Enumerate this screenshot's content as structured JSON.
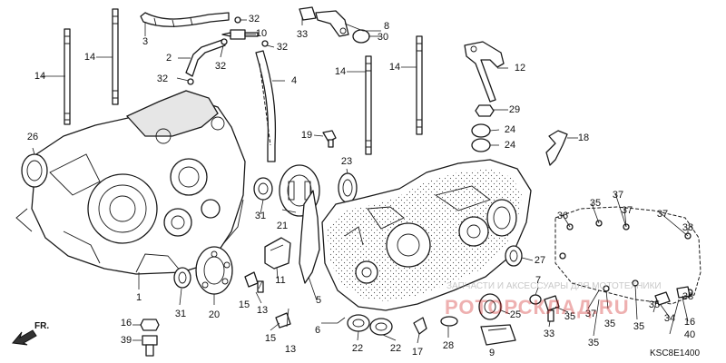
{
  "diagram": {
    "code": "KSC8E1400",
    "direction_label": "FR.",
    "watermark": {
      "line1": "ЗАПЧАСТИ И АКСЕССУАРЫ ДЛЯ МОТОТЕХНИКИ",
      "brand": "РОТОРСКЛАД.RU"
    },
    "callouts": [
      {
        "id": "c1",
        "text": "1"
      },
      {
        "id": "c2",
        "text": "2"
      },
      {
        "id": "c3",
        "text": "3"
      },
      {
        "id": "c4",
        "text": "4"
      },
      {
        "id": "c5",
        "text": "5"
      },
      {
        "id": "c6",
        "text": "6"
      },
      {
        "id": "c7",
        "text": "7"
      },
      {
        "id": "c8",
        "text": "8"
      },
      {
        "id": "c9",
        "text": "9"
      },
      {
        "id": "c10",
        "text": "10"
      },
      {
        "id": "c11",
        "text": "11"
      },
      {
        "id": "c12",
        "text": "12"
      },
      {
        "id": "c13a",
        "text": "13"
      },
      {
        "id": "c13b",
        "text": "13"
      },
      {
        "id": "c14a",
        "text": "14"
      },
      {
        "id": "c14b",
        "text": "14"
      },
      {
        "id": "c14c",
        "text": "14"
      },
      {
        "id": "c14d",
        "text": "14"
      },
      {
        "id": "c15a",
        "text": "15"
      },
      {
        "id": "c15b",
        "text": "15"
      },
      {
        "id": "c16a",
        "text": "16"
      },
      {
        "id": "c16b",
        "text": "16"
      },
      {
        "id": "c17",
        "text": "17"
      },
      {
        "id": "c18",
        "text": "18"
      },
      {
        "id": "c19",
        "text": "19"
      },
      {
        "id": "c20",
        "text": "20"
      },
      {
        "id": "c21",
        "text": "21"
      },
      {
        "id": "c22a",
        "text": "22"
      },
      {
        "id": "c22b",
        "text": "22"
      },
      {
        "id": "c23",
        "text": "23"
      },
      {
        "id": "c24a",
        "text": "24"
      },
      {
        "id": "c24b",
        "text": "24"
      },
      {
        "id": "c25",
        "text": "25"
      },
      {
        "id": "c26",
        "text": "26"
      },
      {
        "id": "c27",
        "text": "27"
      },
      {
        "id": "c28",
        "text": "28"
      },
      {
        "id": "c29",
        "text": "29"
      },
      {
        "id": "c30",
        "text": "30"
      },
      {
        "id": "c31a",
        "text": "31"
      },
      {
        "id": "c31b",
        "text": "31"
      },
      {
        "id": "c32a",
        "text": "32"
      },
      {
        "id": "c32b",
        "text": "32"
      },
      {
        "id": "c32c",
        "text": "32"
      },
      {
        "id": "c32d",
        "text": "32"
      },
      {
        "id": "c33a",
        "text": "33"
      },
      {
        "id": "c33b",
        "text": "33"
      },
      {
        "id": "c34",
        "text": "34"
      },
      {
        "id": "c35a",
        "text": "35"
      },
      {
        "id": "c35b",
        "text": "35"
      },
      {
        "id": "c35c",
        "text": "35"
      },
      {
        "id": "c35d",
        "text": "35"
      },
      {
        "id": "c35e",
        "text": "35"
      },
      {
        "id": "c35f",
        "text": "35"
      },
      {
        "id": "c36",
        "text": "36"
      },
      {
        "id": "c37a",
        "text": "37"
      },
      {
        "id": "c37b",
        "text": "37"
      },
      {
        "id": "c37c",
        "text": "37"
      },
      {
        "id": "c37d",
        "text": "37"
      },
      {
        "id": "c38a",
        "text": "38"
      },
      {
        "id": "c38b",
        "text": "38"
      },
      {
        "id": "c39",
        "text": "39"
      },
      {
        "id": "c40",
        "text": "40"
      }
    ]
  }
}
